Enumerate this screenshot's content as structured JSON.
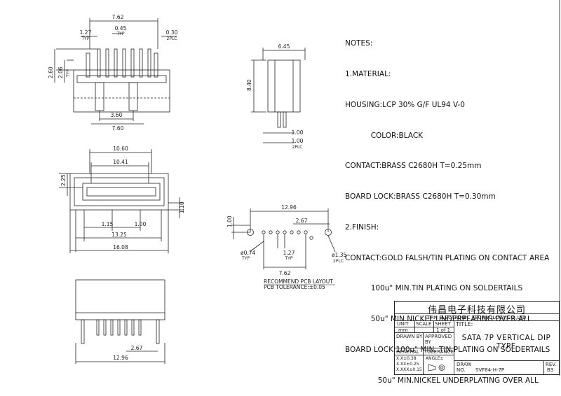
{
  "dimensions": {
    "top_view": {
      "overall": "7.62",
      "pitch": "1.27",
      "pitch_typ": "TYP",
      "pin_width": "0.45",
      "pin_width_typ": "TYP",
      "lock_width": "0.30",
      "lock_width_2plc": "2PLC",
      "height_a": "2.60",
      "height_b": "2.06",
      "height_b_typ": "TYP",
      "post_spacing": "3.60",
      "body_width": "7.60"
    },
    "side_view": {
      "width": "6.45",
      "height": "8.40",
      "lead": "1.00",
      "lead_2": "1.00",
      "lead_2plc": "2PLC"
    },
    "front_view": {
      "outer": "10.60",
      "inner": "10.41",
      "slot_height": "2.25",
      "depth": "1.10",
      "pitch_a": "1.15",
      "pitch_b": "1.00",
      "width": "13.25",
      "total": "16.08"
    },
    "pcb_layout": {
      "overall": "12.96",
      "offset": "1.00",
      "post_pitch": "2.67",
      "hole_small": "ø0.74",
      "hole_small_typ": "TYP",
      "pitch": "1.27",
      "pitch_typ": "TYP",
      "hole_large": "ø1.35",
      "hole_large_2plc": "2PLC",
      "span": "7.62",
      "caption": "RECOMMEND PCB LAYOUT",
      "tolerance": "PCB TOLERANCE:±0.05"
    },
    "bottom_view": {
      "post_pitch": "2.67",
      "overall": "12.96"
    }
  },
  "notes": [
    "NOTES:",
    "1.MATERIAL:",
    "HOUSING:LCP 30% G/F UL94 V-0",
    "           COLOR:BLACK",
    "CONTACT:BRASS C2680H T=0.25mm",
    "BOARD LOCK:BRASS C2680H T=0.30mm",
    "2.FINISH:",
    "CONTACT:GOLD FALSH/TIN PLATING ON CONTACT AREA",
    "           100u\" MIN.TIN PLATING ON SOLDERTAILS",
    "           50u\" MIN.NICKEL UNDERPLATING OVER ALL",
    "BOARD LOCK:100u\" MIN. TIN PLATING ON SOLDERTAILS",
    "              50u\" MIN.NICKEL UNDERPLATING OVER ALL"
  ],
  "title_block": {
    "company_cn": "伟昌电子科技有限公司",
    "company_en": "TRN ELECTRONIC TECHNOLOGY CO.,LTD",
    "unit_label": "UNIT",
    "unit_value": "mm",
    "scale_label": "SCALE",
    "sheet_label": "SHEET",
    "sheet_value": "1 of 1",
    "title_label": "TITLE:",
    "title": "SATA 7P VERTICAL DIP TYPE",
    "drawn_by_label": "DRAWN BY",
    "approved_by_label": "APPROVED BY",
    "general_label": "GENERAL",
    "tolerance_label": "TOLERANCE",
    "tol_1": "X.X±0.38",
    "tol_2": "X.XX±0.25",
    "tol_3": "X.XXX±0.15",
    "angle_label": "ANGLE±",
    "draw_label": "DRAW",
    "no_label": "NO.",
    "drawing_no": "SVF84-H-7P",
    "rev_label": "REV.",
    "rev_value": "B3"
  }
}
